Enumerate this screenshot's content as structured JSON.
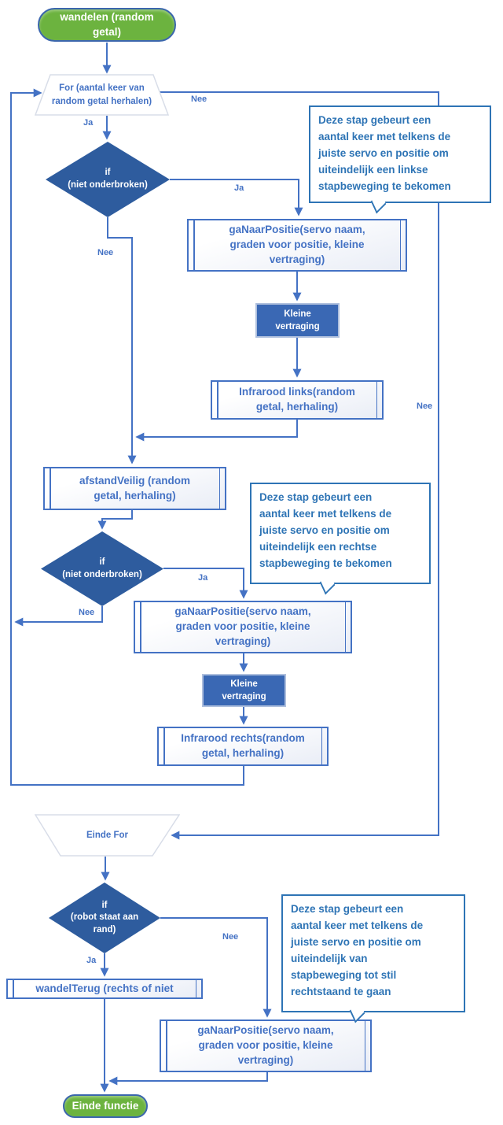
{
  "diagram": {
    "nodes": {
      "start": "wandelen (random\ngetal)",
      "for_loop": "For (aantal keer van\nrandom getal herhalen)",
      "if_1": "if\n(niet onderbroken)",
      "go_position_1": "gaNaarPositie(servo naam,\ngraden voor positie, kleine\nvertraging)",
      "delay_1": "Kleine\nvertraging",
      "infrared_left": "Infrarood links(random\ngetal, herhaling)",
      "distance_safe": "afstandVeilig (random\ngetal, herhaling)",
      "if_2": "if\n(niet onderbroken)",
      "go_position_2": "gaNaarPositie(servo naam,\ngraden voor positie, kleine\nvertraging)",
      "delay_2": "Kleine\nvertraging",
      "infrared_right": "Infrarood rechts(random\ngetal, herhaling)",
      "end_for": "Einde For",
      "if_3": "if\n(robot staat aan\nrand)",
      "walk_back": "wandelTerug (rechts of niet",
      "go_position_3": "gaNaarPositie(servo naam,\ngraden voor positie, kleine\nvertraging)",
      "end": "Einde functie"
    },
    "edge_labels": {
      "for_ja": "Ja",
      "for_nee": "Nee",
      "if1_ja": "Ja",
      "if1_nee": "Nee",
      "loop_nee": "Nee",
      "if2_ja": "Ja",
      "if2_nee": "Nee",
      "if3_ja": "Ja",
      "if3_nee": "Nee"
    },
    "callouts": {
      "left_step": "Deze stap gebeurt een\naantal keer met telkens de\njuiste servo en positie om\nuiteindelijk een linkse\nstapbeweging te bekomen",
      "right_step": "Deze stap gebeurt een\naantal keer met telkens de\njuiste servo en positie om\nuiteindelijk een rechtse\nstapbeweging te bekomen",
      "stand_still": "Deze stap gebeurt een\naantal keer met telkens de\njuiste servo en positie om\nuiteindelijk van\nstapbeweging tot stil\nrechtstaand te gaan"
    },
    "colors": {
      "connector": "#4472C4",
      "decision_fill": "#2E5C9E",
      "delay_fill": "#3A68B4",
      "terminator_fill": "#6CB33F",
      "callout_border": "#2E74B5",
      "process_text": "#4472C4",
      "trapezoid_border": "#D8DDE8"
    }
  }
}
